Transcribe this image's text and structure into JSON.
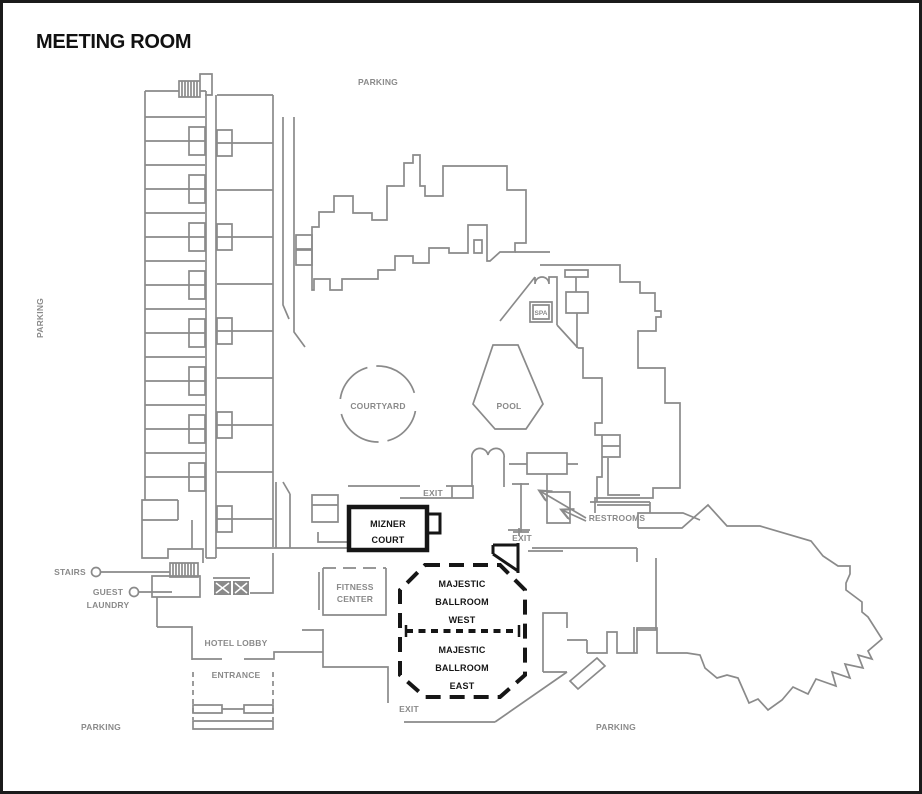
{
  "title": "MEETING ROOM",
  "colors": {
    "plan_line": "#8a8a8a",
    "accent_black": "#161616",
    "background": "#ffffff"
  },
  "labels": {
    "parking_top": "PARKING",
    "parking_left": "PARKING",
    "parking_bottom_left": "PARKING",
    "parking_bottom_right": "PARKING",
    "exit_courtyard": "EXIT",
    "exit_ballroom_top": "EXIT",
    "exit_ballroom_bottom": "EXIT"
  },
  "areas": {
    "courtyard": "COURTYARD",
    "pool": "POOL",
    "spa": "SPA",
    "restrooms": "RESTROOMS",
    "hotel_lobby": "HOTEL LOBBY",
    "entrance": "ENTRANCE",
    "stairs": "STAIRS",
    "guest_laundry_line1": "GUEST",
    "guest_laundry_line2": "LAUNDRY",
    "fitness_line1": "FITNESS",
    "fitness_line2": "CENTER",
    "mizner_line1": "MIZNER",
    "mizner_line2": "COURT",
    "ballroom_west_line1": "MAJESTIC",
    "ballroom_west_line2": "BALLROOM",
    "ballroom_west_line3": "WEST",
    "ballroom_east_line1": "MAJESTIC",
    "ballroom_east_line2": "BALLROOM",
    "ballroom_east_line3": "EAST"
  }
}
